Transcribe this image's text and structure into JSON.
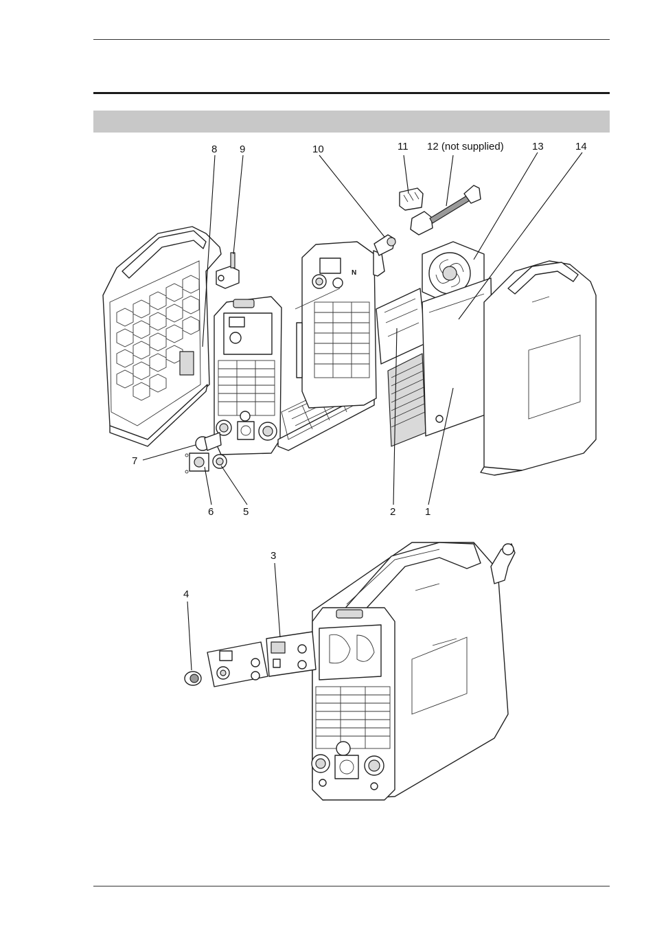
{
  "callouts": {
    "top": [
      {
        "id": "c8",
        "text": "8"
      },
      {
        "id": "c9",
        "text": "9"
      },
      {
        "id": "c10",
        "text": "10"
      },
      {
        "id": "c11",
        "text": "11"
      },
      {
        "id": "c12",
        "text": "12 (not supplied)"
      },
      {
        "id": "c13",
        "text": "13"
      },
      {
        "id": "c14",
        "text": "14"
      },
      {
        "id": "c7",
        "text": "7"
      },
      {
        "id": "c6",
        "text": "6"
      },
      {
        "id": "c5",
        "text": "5"
      },
      {
        "id": "c2",
        "text": "2"
      },
      {
        "id": "c1",
        "text": "1"
      }
    ],
    "bottom": [
      {
        "id": "c3",
        "text": "3"
      },
      {
        "id": "c4",
        "text": "4"
      }
    ]
  },
  "panel_marking": "N"
}
